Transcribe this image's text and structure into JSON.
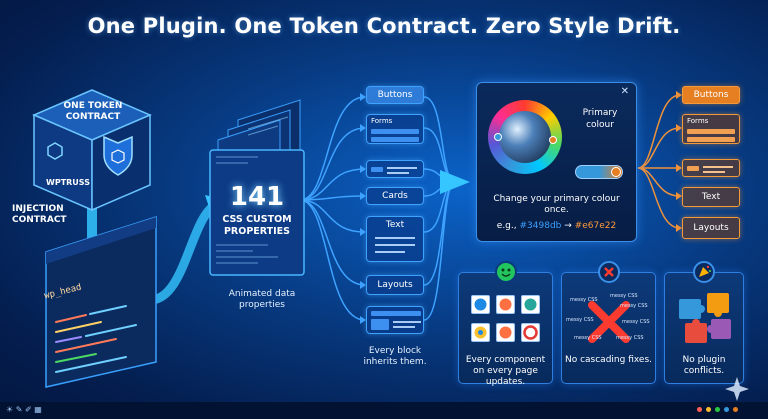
{
  "title": "One Plugin. One Token Contract. Zero Style Drift.",
  "cube": {
    "label": "ONE TOKEN CONTRACT",
    "brand": "WPTRUSS",
    "side_label": "INJECTION CONTRACT"
  },
  "editor": {
    "code_label": "wp_head"
  },
  "token_stack": {
    "count": "141",
    "label": "CSS CUSTOM PROPERTIES",
    "caption": "Animated data properties"
  },
  "components": {
    "buttons": "Buttons",
    "forms": "Forms",
    "cards": "Cards",
    "text": "Text",
    "layouts": "Layouts",
    "caption": "Every block inherits them."
  },
  "colour_panel": {
    "heading": "Primary colour",
    "instruction": "Change your primary colour once.",
    "example_prefix": "e.g.,",
    "from_value": "#3498db",
    "arrow": "→",
    "to_value": "#e67e22",
    "close_glyph": "✕"
  },
  "right_components": {
    "buttons": "Buttons",
    "forms": "Forms",
    "text": "Text",
    "layouts": "Layouts"
  },
  "cards": [
    {
      "text": "Every component on every page updates.",
      "icon": "smiley-icon"
    },
    {
      "text": "No cascading fixes.",
      "icon": "x-icon",
      "messy_label": "messy CSS"
    },
    {
      "text": "No plugin conflicts.",
      "icon": "puzzle-icon"
    }
  ],
  "colors": {
    "accent_blue": "#3498db",
    "accent_orange": "#e67e22",
    "line_blue": "#3ea2ff"
  }
}
